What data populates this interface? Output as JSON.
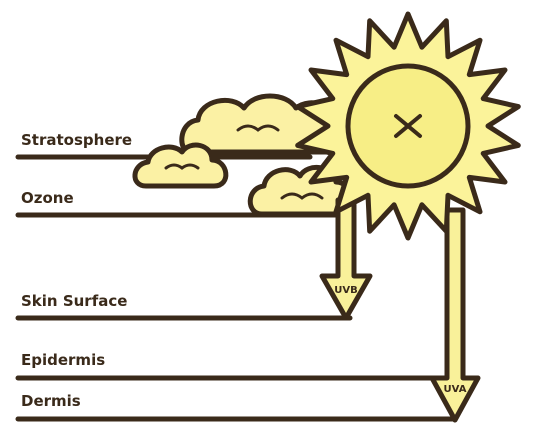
{
  "layers": {
    "stratosphere": "Stratosphere",
    "ozone": "Ozone",
    "skin_surface": "Skin Surface",
    "epidermis": "Epidermis",
    "dermis": "Dermis"
  },
  "rays": {
    "uvb": "UVB",
    "uva": "UVA"
  },
  "colors": {
    "outline": "#3a2a1a",
    "sun_fill": "#fbf39a",
    "sun_core": "#f7ee86",
    "cloud_fill": "#fbf1a4",
    "arrow_fill": "#f9f19a"
  }
}
